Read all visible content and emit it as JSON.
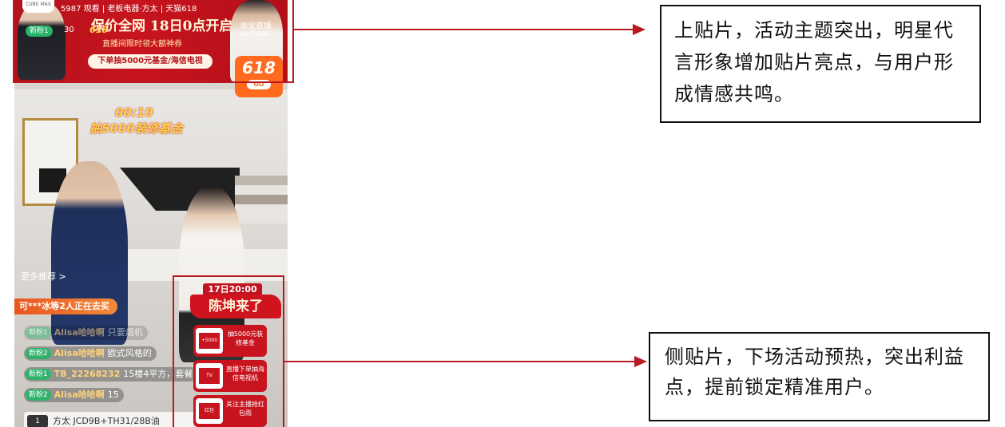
{
  "top_banner": {
    "avatar_text": "CUBE MAX",
    "views_line": "5987 观看 | 老板电器·方太 | 天猫618",
    "fan_tag": "新粉1",
    "fan_count": "30",
    "headline": "保价全网 18日0点开启",
    "badge_618": "618",
    "sub_headline": "直播间限时领大额神券",
    "fund_pill": "下单抽5000元基金/海信电视",
    "host_label": "淘宝直播",
    "host_id": "ID:70295",
    "logo_text": "618",
    "logo_go": "GO"
  },
  "live_room": {
    "timer": "00:10",
    "draw_text": "抽5000装修基金",
    "more_recommend": "更多推荐 >",
    "buying_banner": "可***冰等2人正在去买",
    "comments": [
      {
        "tag": "新粉1",
        "user": "Alisa哈哈啊",
        "text": "只要烟机"
      },
      {
        "tag": "新粉2",
        "user": "Alisa哈哈啊",
        "text": "欧式风格的"
      },
      {
        "tag": "新粉1",
        "user": "TB_22268232",
        "text": "15楼4平方，套餐"
      },
      {
        "tag": "新粉2",
        "user": "Alisa哈哈啊",
        "text": "15"
      }
    ],
    "product_number": "1",
    "product_text": "方太 JCD9B+TH31/28B油"
  },
  "side_panel": {
    "date_tag": "17日20:00",
    "star_banner": "陈坤来了",
    "items": [
      {
        "thumb": "+5000",
        "text": "抽5000元装修基金"
      },
      {
        "thumb": "TV",
        "text": "直播下单抽海信电视机"
      },
      {
        "thumb": "红包",
        "text": "关注主播抢红包雨"
      }
    ]
  },
  "callouts": {
    "top": "上贴片，活动主题突出，明星代言形象增加贴片亮点，与用户形成情感共鸣。",
    "side": "侧贴片，下场活动预热，突出利益点，提前锁定精准用户。"
  },
  "colors": {
    "accent_red": "#b81a22",
    "banner_red": "#c8141e",
    "fan_green": "#2fb36b",
    "gold": "#ffd34d"
  }
}
